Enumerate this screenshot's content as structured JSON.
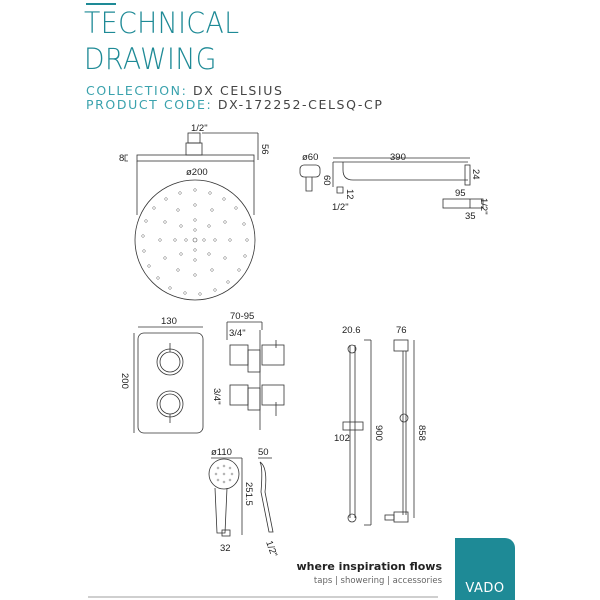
{
  "header": {
    "title_line1": "TECHNICAL",
    "title_line2": "DRAWING",
    "collection_label": "COLLECTION:",
    "collection_value": "DX CELSIUS",
    "product_code_label": "PRODUCT CODE:",
    "product_code_value": "DX-172252-CELSQ-CP"
  },
  "drawings": {
    "shower_head": {
      "inlet": "1/2\"",
      "height": "56",
      "thickness": "8",
      "diameter": "ø200"
    },
    "wall_arm": {
      "flange_diameter": "ø60",
      "length": "390",
      "drop": "60",
      "thread_length": "12",
      "thread": "1/2\"",
      "end_height": "24"
    },
    "wall_outlet": {
      "length": "95",
      "thread": "1/2\"",
      "depth": "35"
    },
    "valve_plate": {
      "width": "130",
      "height": "200"
    },
    "valve_body": {
      "depth": "70-95",
      "top_inlet": "3/4\"",
      "side_inlet": "3/4\""
    },
    "riser_rail_front": {
      "width": "20.6",
      "slider": "102",
      "length": "900"
    },
    "riser_rail_side": {
      "depth": "76",
      "length": "858"
    },
    "handset": {
      "diameter": "ø110",
      "depth": "50",
      "length": "251.5",
      "base": "32",
      "thread": "1/2\""
    }
  },
  "footer": {
    "tagline": "where inspiration flows",
    "subline": "taps | showering | accessories",
    "brand": "VADO",
    "brand_color": "#1e8a96"
  }
}
